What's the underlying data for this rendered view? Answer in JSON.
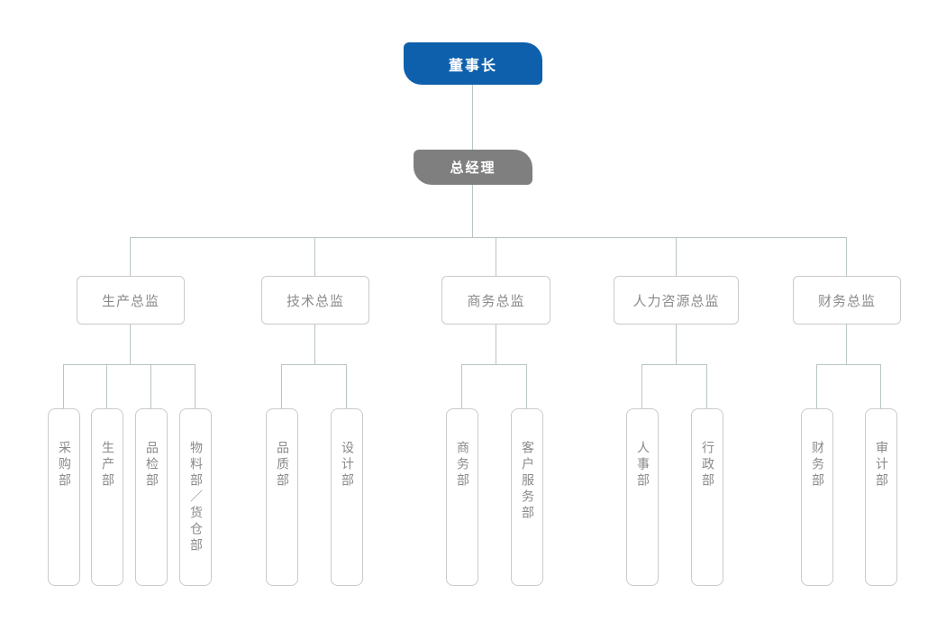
{
  "colors": {
    "chairman_bg": "#0e60ac",
    "gm_bg": "#7f7f7f",
    "line": "#b7c6c3",
    "box_border": "#cacaca",
    "box_text": "#8a8a8a"
  },
  "org": {
    "chairman": {
      "label": "董事长"
    },
    "general_manager": {
      "label": "总经理"
    },
    "directors": [
      {
        "label": "生产总监",
        "departments": [
          "采购部",
          "生产部",
          "品检部",
          "物料部／货仓部"
        ]
      },
      {
        "label": "技术总监",
        "departments": [
          "品质部",
          "设计部"
        ]
      },
      {
        "label": "商务总监",
        "departments": [
          "商务部",
          "客户服务部"
        ]
      },
      {
        "label": "人力咨源总监",
        "departments": [
          "人事部",
          "行政部"
        ]
      },
      {
        "label": "财务总监",
        "departments": [
          "财务部",
          "审计部"
        ]
      }
    ]
  }
}
